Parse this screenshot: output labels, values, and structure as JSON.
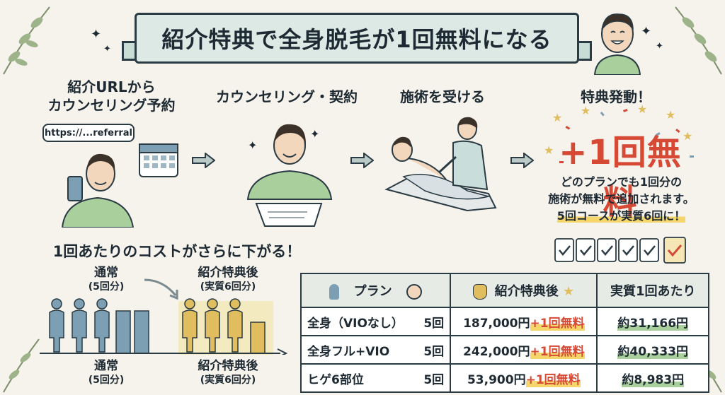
{
  "title": "紹介特典で全身脱毛が1回無料になる",
  "steps": [
    {
      "title_line1": "紹介URLから",
      "title_line2": "カウンセリング予約",
      "url": "https://...referral"
    },
    {
      "title_line1": "カウンセリング・契約"
    },
    {
      "title_line1": "施術を受ける"
    },
    {
      "title_line1": "特典発動！",
      "big": "+1回無料",
      "desc_line1": "どのプランでも1回分の",
      "desc_line2": "施術が無料で追加されます。",
      "desc_line3": "5回コースが実質6回に！"
    }
  ],
  "cost": {
    "title": "1回あたりのコストがさらに下がる！",
    "normal_label": "通常",
    "normal_sub": "(5回分)",
    "bonus_label": "紹介特典後",
    "bonus_sub": "(実質6回分)"
  },
  "table": {
    "headers": [
      "プラン",
      "紹介特典後",
      "実質1回あたり"
    ],
    "rows": [
      {
        "plan": "全身（VIOなし）",
        "count": "5回",
        "price": "187,000円",
        "bonus": "+1回無料",
        "per": "約31,166円"
      },
      {
        "plan": "全身フル+VIO",
        "count": "5回",
        "price": "242,000円",
        "bonus": "+1回無料",
        "per": "約40,333円"
      },
      {
        "plan": "ヒゲ6部位",
        "count": "5回",
        "price": "53,900円",
        "bonus": "+1回無料",
        "per": "約8,983円"
      }
    ]
  },
  "colors": {
    "accent_red": "#d64a35",
    "highlight_yellow": "#f5d66b",
    "green": "#a9cf9c",
    "blue_gray": "#7d9fb3"
  }
}
